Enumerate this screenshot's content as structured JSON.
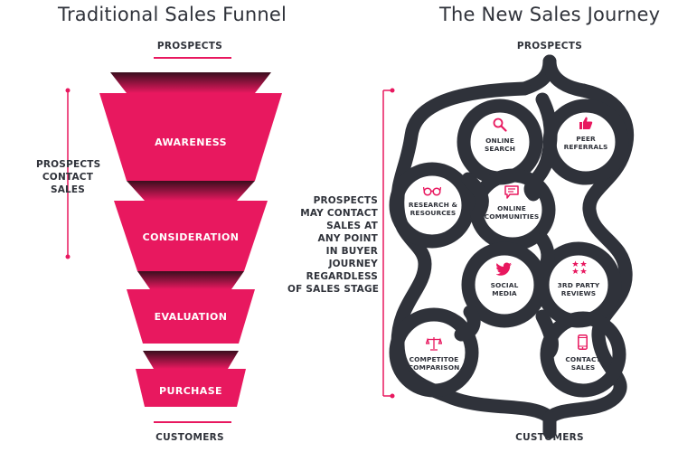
{
  "left": {
    "title": "Traditional Sales Funnel",
    "top_label": "PROSPECTS",
    "bottom_label": "CUSTOMERS",
    "stages": [
      "AWARENESS",
      "CONSIDERATION",
      "EVALUATION",
      "PURCHASE"
    ],
    "side_note": [
      "PROSPECTS",
      "CONTACT",
      "SALES"
    ]
  },
  "right": {
    "title": "The New Sales Journey",
    "top_label": "PROSPECTS",
    "bottom_label": "CUSTOMERS",
    "side_note": [
      "PROSPECTS",
      "MAY CONTACT",
      "SALES AT",
      "ANY POINT",
      "IN BUYER",
      "JOURNEY",
      "REGARDLESS",
      "OF SALES STAGE"
    ],
    "nodes": [
      {
        "lines": [
          "ONLINE",
          "SEARCH"
        ],
        "icon": "magnifier-icon"
      },
      {
        "lines": [
          "PEER",
          "REFERRALS"
        ],
        "icon": "thumbs-up-icon"
      },
      {
        "lines": [
          "RESEARCH &",
          "RESOURCES"
        ],
        "icon": "glasses-icon"
      },
      {
        "lines": [
          "ONLINE",
          "COMMUNITIES"
        ],
        "icon": "chat-icon"
      },
      {
        "lines": [
          "SOCIAL",
          "MEDIA"
        ],
        "icon": "bird-icon"
      },
      {
        "lines": [
          "3RD PARTY",
          "REVIEWS"
        ],
        "icon": "stars-icon"
      },
      {
        "lines": [
          "COMPETITOE",
          "COMPARISON"
        ],
        "icon": "scales-icon"
      },
      {
        "lines": [
          "CONTACT",
          "SALES"
        ],
        "icon": "phone-icon"
      }
    ]
  },
  "colors": {
    "accent": "#e8185f",
    "accent_dark": "#6b1030",
    "road": "#2f323a",
    "text": "#2f323a"
  }
}
